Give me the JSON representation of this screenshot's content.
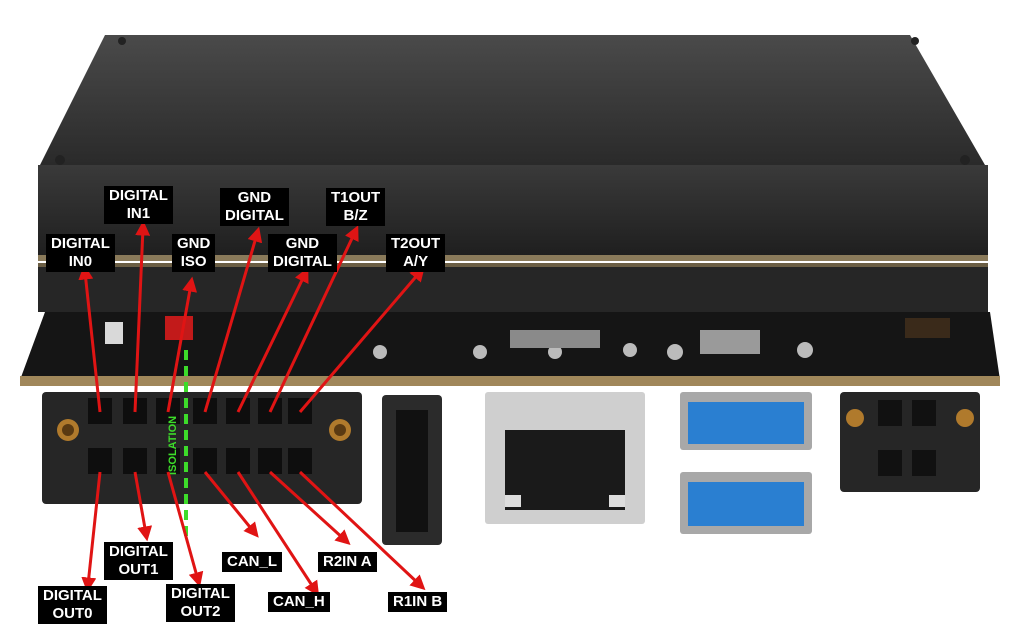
{
  "colors": {
    "arrow": "#e01414",
    "isolation": "#3ddc2a",
    "label_bg": "#000000",
    "label_text": "#ffffff",
    "heatsink": "#2e2e2e",
    "pcb": "#1a1a1a",
    "usb_blue": "#2a7fd1",
    "ethernet_metal": "#cfcfcf"
  },
  "isolation_text": "ISOLATION",
  "labels": {
    "digital_in0": [
      "DIGITAL",
      "IN0"
    ],
    "digital_in1": [
      "DIGITAL",
      "IN1"
    ],
    "gnd_iso": [
      "GND",
      "ISO"
    ],
    "gnd_digital_top": [
      "GND",
      "DIGITAL"
    ],
    "gnd_digital_mid": [
      "GND",
      "DIGITAL"
    ],
    "t1out": [
      "T1OUT",
      "B/Z"
    ],
    "t2out": [
      "T2OUT",
      "A/Y"
    ],
    "digital_out0": [
      "DIGITAL",
      "OUT0"
    ],
    "digital_out1": [
      "DIGITAL",
      "OUT1"
    ],
    "digital_out2": [
      "DIGITAL",
      "OUT2"
    ],
    "can_l": [
      "CAN_L"
    ],
    "can_h": [
      "CAN_H"
    ],
    "r2in_a": [
      "R2IN A"
    ],
    "r1in_b": [
      "R1IN B"
    ]
  }
}
